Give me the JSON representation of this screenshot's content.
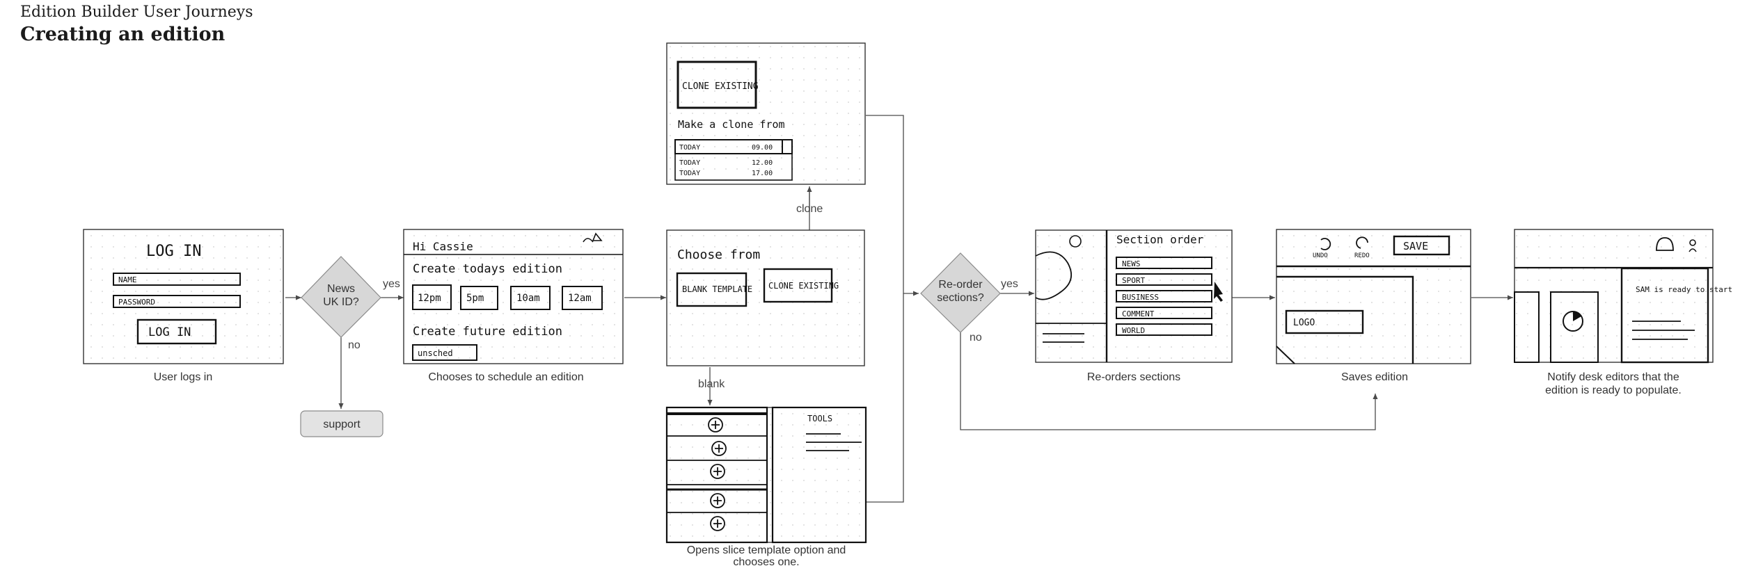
{
  "header": {
    "supertitle": "Edition Builder User Journeys",
    "title": "Creating an edition"
  },
  "steps": {
    "login": {
      "caption": "User logs in",
      "sketch_title": "LOG IN",
      "field_name": "NAME",
      "field_password": "PASSWORD",
      "button": "LOG IN"
    },
    "schedule": {
      "caption": "Chooses to schedule an edition",
      "greeting": "Hi Cassie",
      "create_today": "Create todays edition",
      "times": [
        "12pm",
        "5pm",
        "10am",
        "12am"
      ],
      "create_future": "Create future edition",
      "unscheduled": "unsched"
    },
    "choose": {
      "title": "Choose from",
      "blank": "BLANK TEMPLATE",
      "clone": "CLONE EXISTING"
    },
    "clone_existing": {
      "button": "CLONE EXISTING",
      "prompt": "Make a clone from",
      "rows": [
        {
          "day": "TODAY",
          "time": "09.00"
        },
        {
          "day": "TODAY",
          "time": "12.00"
        },
        {
          "day": "TODAY",
          "time": "17.00"
        }
      ]
    },
    "blank_template": {
      "caption": "Opens slice template option and chooses one.",
      "tools": "TOOLS"
    },
    "reorder": {
      "caption": "Re-orders sections",
      "heading": "Section order",
      "sections": [
        "NEWS",
        "SPORT",
        "BUSINESS",
        "COMMENT",
        "WORLD"
      ]
    },
    "save": {
      "caption": "Saves edition",
      "undo": "UNDO",
      "redo": "REDO",
      "save": "SAVE",
      "logo": "LOGO"
    },
    "notify": {
      "caption": "Notify desk editors that the edition is ready to populate.",
      "message": "SAM is ready to start"
    }
  },
  "decisions": {
    "news_id": {
      "line1": "News",
      "line2": "UK ID?"
    },
    "reorder": {
      "line1": "Re-order",
      "line2": "sections?"
    }
  },
  "edge_labels": {
    "yes1": "yes",
    "no1": "no",
    "yes2": "yes",
    "no2": "no",
    "clone": "clone",
    "blank": "blank"
  },
  "support": "support",
  "colors": {
    "diamond": "#d7d7d7",
    "support_fill": "#e3e3e3",
    "line": "#4a4a4a"
  }
}
